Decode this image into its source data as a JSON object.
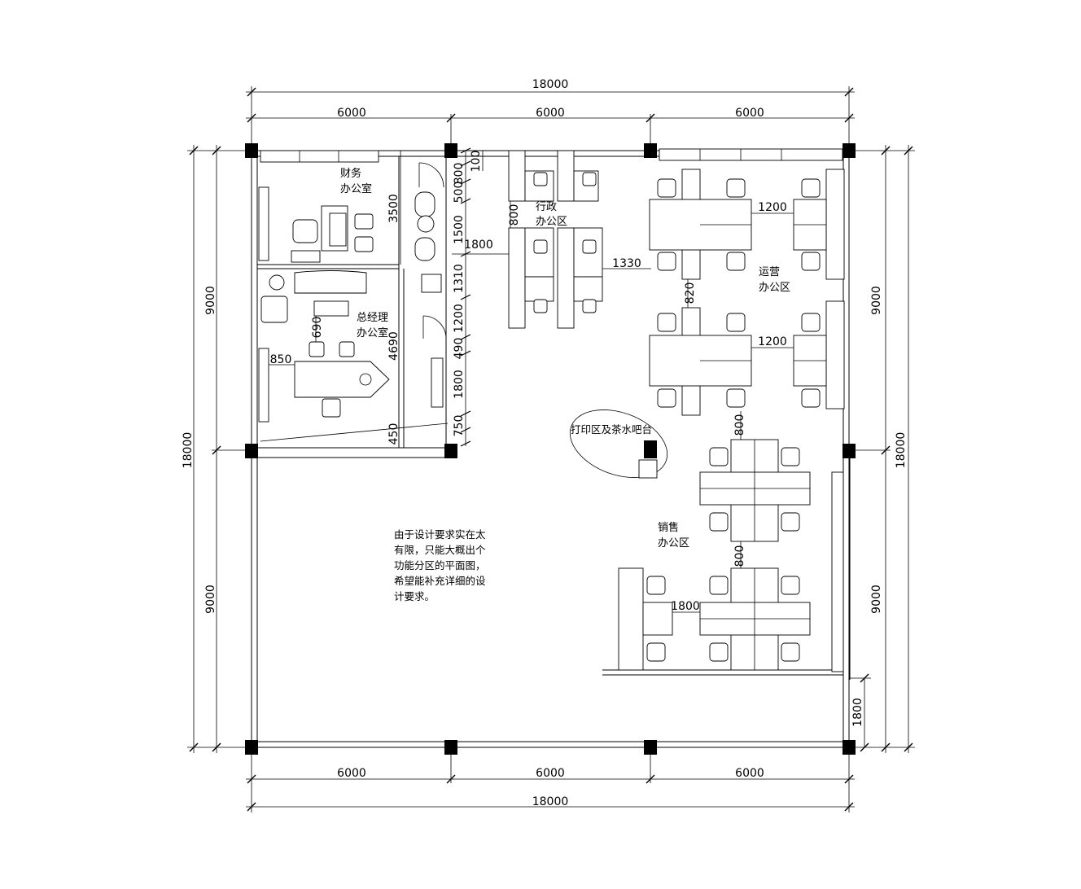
{
  "dimensions": {
    "top_total": "18000",
    "top_bays": [
      "6000",
      "6000",
      "6000"
    ],
    "bottom_total": "18000",
    "bottom_bays": [
      "6000",
      "6000",
      "6000"
    ],
    "left_total": "18000",
    "left_halves": [
      "9000",
      "9000"
    ],
    "right_total": "18000",
    "right_halves": [
      "9000",
      "9000"
    ],
    "right_extra": "1800",
    "finance_depth": "3500",
    "gm_depth": "4690",
    "gm_desk_gap": "690",
    "gm_desk_side": "850",
    "corridor_stack": [
      "800",
      "500",
      "1500",
      "1310",
      "1200",
      "490",
      "1800",
      "750",
      "450"
    ],
    "corridor_width": "1800",
    "corridor_top": "100",
    "admin_gap": "800",
    "admin_aisle": "1330",
    "ops_gap_a": "1200",
    "ops_gap_b": "1200",
    "ops_row_gap": "820",
    "sales_gap_a": "800",
    "sales_gap_b": "800",
    "sales_aisle": "1800"
  },
  "rooms": {
    "finance": [
      "财务",
      "办公室"
    ],
    "gm": [
      "总经理",
      "办公室"
    ],
    "admin": [
      "行政",
      "办公区"
    ],
    "ops": [
      "运营",
      "办公区"
    ],
    "sales": [
      "销售",
      "办公区"
    ],
    "print": "打印区及茶水吧台"
  },
  "note": [
    "由于设计要求实在太",
    "有限，只能大概出个",
    "功能分区的平面图，",
    "希望能补充详细的设",
    "计要求。"
  ]
}
